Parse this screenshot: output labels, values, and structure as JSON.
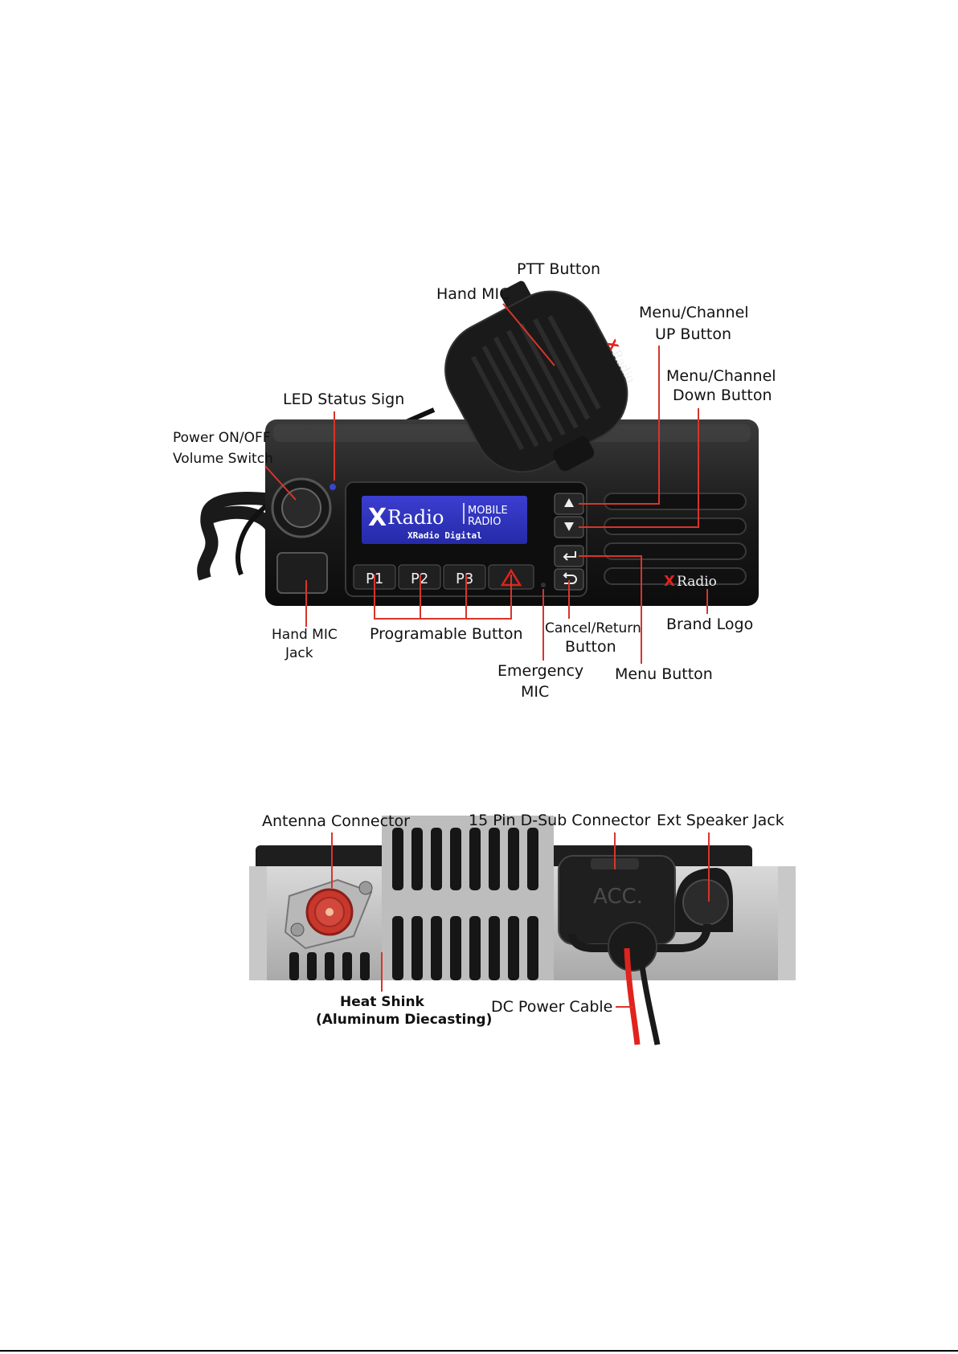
{
  "front": {
    "labels": {
      "ptt": "PTT Button",
      "hand_mic": "Hand MIC",
      "menu_up_1": "Menu/Channel",
      "menu_up_2": "UP Button",
      "menu_down_1": "Menu/Channel",
      "menu_down_2": "Down Button",
      "led": "LED Status Sign",
      "power_1": "Power ON/OFF",
      "power_2": "Volume Switch",
      "mic_jack_1": "Hand MIC",
      "mic_jack_2": "Jack",
      "programable": "Programable Button",
      "cancel_1": "Cancel/Return",
      "cancel_2": "Button",
      "brand_logo": "Brand Logo",
      "emergency_1": "Emergency",
      "emergency_2": "MIC",
      "menu_button": "Menu Button"
    },
    "device": {
      "brand": "Radio",
      "brand_x": "X",
      "screen_word1": "MOBILE",
      "screen_word2": "RADIO",
      "screen_sub": "XRadio Digital",
      "keys": [
        "P1",
        "P2",
        "P3"
      ],
      "accent_color": "#e0231d"
    }
  },
  "back": {
    "labels": {
      "antenna": "Antenna Connector",
      "dsub": "15 Pin D-Sub Connector",
      "speaker": "Ext Speaker Jack",
      "heat_1": "Heat Shink",
      "heat_2": "(Aluminum Diecasting)",
      "dc": "DC Power Cable"
    },
    "device": {
      "acc": "ACC."
    }
  }
}
